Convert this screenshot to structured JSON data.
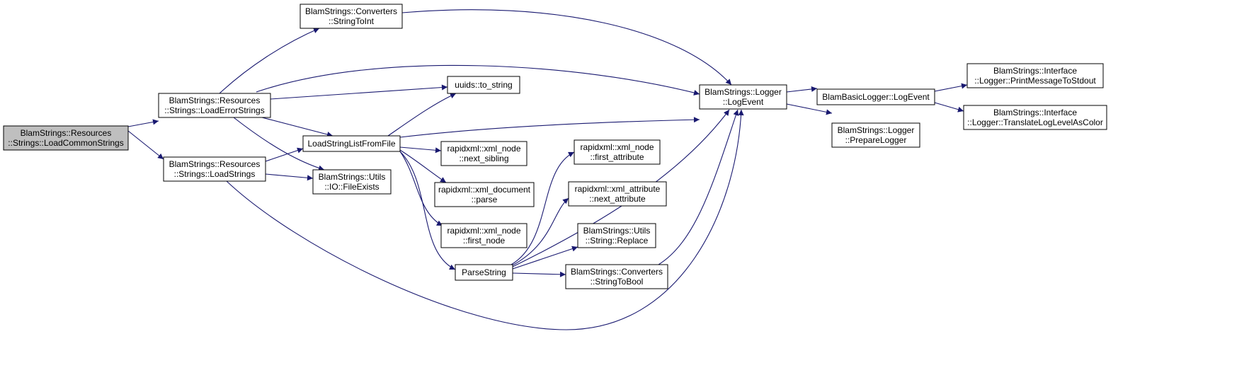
{
  "nodes": [
    {
      "id": "load_common",
      "lines": [
        "BlamStrings::Resources",
        "::Strings::LoadCommonStrings"
      ],
      "root": true
    },
    {
      "id": "string_to_int",
      "lines": [
        "BlamStrings::Converters",
        "::StringToInt"
      ]
    },
    {
      "id": "load_error",
      "lines": [
        "BlamStrings::Resources",
        "::Strings::LoadErrorStrings"
      ]
    },
    {
      "id": "load_strings",
      "lines": [
        "BlamStrings::Resources",
        "::Strings::LoadStrings"
      ]
    },
    {
      "id": "uuids_to_string",
      "lines": [
        "uuids::to_string"
      ]
    },
    {
      "id": "load_list",
      "lines": [
        "LoadStringListFromFile"
      ]
    },
    {
      "id": "file_exists",
      "lines": [
        "BlamStrings::Utils",
        "::IO::FileExists"
      ]
    },
    {
      "id": "next_sibling",
      "lines": [
        "rapidxml::xml_node",
        "::next_sibling"
      ]
    },
    {
      "id": "doc_parse",
      "lines": [
        "rapidxml::xml_document",
        "::parse"
      ]
    },
    {
      "id": "first_node",
      "lines": [
        "rapidxml::xml_node",
        "::first_node"
      ]
    },
    {
      "id": "parse_string",
      "lines": [
        "ParseString"
      ]
    },
    {
      "id": "first_attribute",
      "lines": [
        "rapidxml::xml_node",
        "::first_attribute"
      ]
    },
    {
      "id": "next_attribute",
      "lines": [
        "rapidxml::xml_attribute",
        "::next_attribute"
      ]
    },
    {
      "id": "str_replace",
      "lines": [
        "BlamStrings::Utils",
        "::String::Replace"
      ]
    },
    {
      "id": "string_to_bool",
      "lines": [
        "BlamStrings::Converters",
        "::StringToBool"
      ]
    },
    {
      "id": "logger_log",
      "lines": [
        "BlamStrings::Logger",
        "::LogEvent"
      ]
    },
    {
      "id": "basic_log",
      "lines": [
        "BlamBasicLogger::LogEvent"
      ]
    },
    {
      "id": "prepare_logger",
      "lines": [
        "BlamStrings::Logger",
        "::PrepareLogger"
      ]
    },
    {
      "id": "print_stdout",
      "lines": [
        "BlamStrings::Interface",
        "::Logger::PrintMessageToStdout"
      ]
    },
    {
      "id": "translate_color",
      "lines": [
        "BlamStrings::Interface",
        "::Logger::TranslateLogLevelAsColor"
      ]
    }
  ],
  "edges": [
    [
      "load_common",
      "load_error"
    ],
    [
      "load_common",
      "load_strings"
    ],
    [
      "load_error",
      "string_to_int"
    ],
    [
      "load_error",
      "logger_log"
    ],
    [
      "load_error",
      "uuids_to_string"
    ],
    [
      "load_error",
      "load_list"
    ],
    [
      "load_error",
      "file_exists"
    ],
    [
      "load_strings",
      "load_list"
    ],
    [
      "load_strings",
      "file_exists"
    ],
    [
      "load_strings",
      "logger_log"
    ],
    [
      "string_to_int",
      "logger_log"
    ],
    [
      "load_list",
      "uuids_to_string"
    ],
    [
      "load_list",
      "logger_log"
    ],
    [
      "load_list",
      "next_sibling"
    ],
    [
      "load_list",
      "doc_parse"
    ],
    [
      "load_list",
      "first_node"
    ],
    [
      "load_list",
      "parse_string"
    ],
    [
      "parse_string",
      "first_attribute"
    ],
    [
      "parse_string",
      "next_attribute"
    ],
    [
      "parse_string",
      "str_replace"
    ],
    [
      "parse_string",
      "string_to_bool"
    ],
    [
      "parse_string",
      "logger_log"
    ],
    [
      "string_to_bool",
      "logger_log"
    ],
    [
      "logger_log",
      "basic_log"
    ],
    [
      "logger_log",
      "prepare_logger"
    ],
    [
      "basic_log",
      "print_stdout"
    ],
    [
      "basic_log",
      "translate_color"
    ]
  ]
}
